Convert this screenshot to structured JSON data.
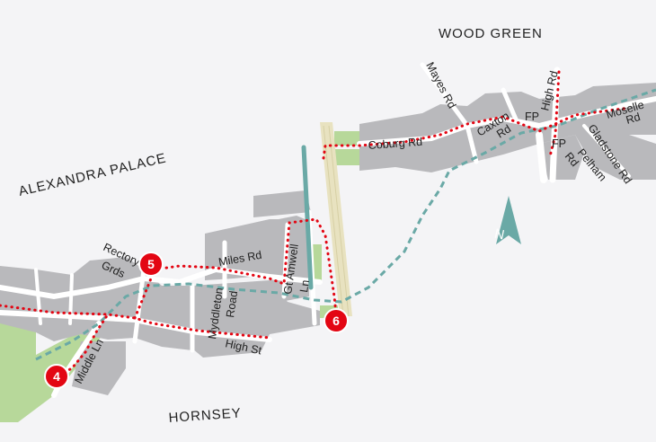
{
  "map": {
    "area_labels": {
      "wood_green": "WOOD GREEN",
      "alexandra_palace": "ALEXANDRA PALACE",
      "hornsey": "HORNSEY"
    },
    "streets": {
      "coburg_rd": "Coburg Rd",
      "mayes_rd": "Mayes Rd",
      "caxton_rd_1": "Caxton",
      "caxton_rd_2": "Rd",
      "fp_1": "FP",
      "fp_2": "FP",
      "high_rd_1": "High Rd",
      "moselle_rd_1": "Moselle",
      "moselle_rd_2": "Rd",
      "pelham_rd_1": "Pelham",
      "pelham_rd_2": "Rd",
      "gladstone_rd": "Gladstone Rd",
      "miles_rd": "Miles Rd",
      "gt_amwell_ln_1": "Gt Amwell",
      "gt_amwell_ln_2": "Ln",
      "myddleton_road_1": "Myddleton",
      "myddleton_road_2": "Road",
      "rectory_grds_1": "Rectory",
      "rectory_grds_2": "Grds",
      "middle_ln": "Middle Ln",
      "high_st": "High St"
    },
    "markers": [
      {
        "number": "4"
      },
      {
        "number": "5"
      },
      {
        "number": "6"
      }
    ],
    "north_arrow_label": "N",
    "colors": {
      "background": "#f4f4f6",
      "building": "#b9b9bc",
      "road": "#ffffff",
      "park": "#b7d89a",
      "route": "#e30613",
      "marker": "#e30613",
      "alt_route": "#6aa9a6",
      "railway": "#e8e2c0",
      "north_arrow": "#6aa9a6"
    }
  }
}
